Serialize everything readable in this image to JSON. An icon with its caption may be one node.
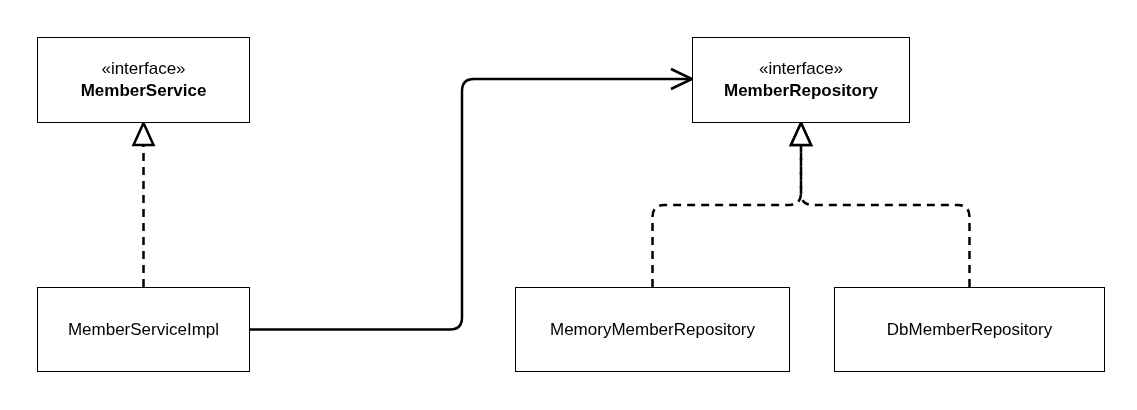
{
  "diagram": {
    "nodes": [
      {
        "text": [
          "«interface»",
          "MemberService"
        ]
      },
      {
        "text": [
          "«interface»",
          "MemberRepository"
        ]
      },
      {
        "text": [
          "MemberServiceImpl"
        ]
      },
      {
        "text": [
          "MemoryMemberRepository"
        ]
      },
      {
        "text": [
          "DbMemberRepository"
        ]
      }
    ],
    "edges": [
      {
        "from": 2,
        "to": 0,
        "arrow": "to",
        "style": "dashed"
      },
      {
        "from": 2,
        "to": 1,
        "arrow": "to"
      },
      {
        "from": 3,
        "to": 1,
        "arrow": "to",
        "style": "dashed"
      },
      {
        "from": 4,
        "to": 1,
        "arrow": "to",
        "style": "dashed"
      }
    ]
  }
}
